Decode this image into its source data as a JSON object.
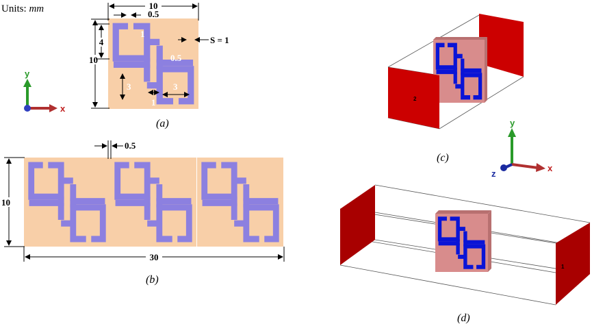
{
  "units": {
    "label": "Units: ",
    "value": "mm"
  },
  "panel_a": {
    "caption": "(a)",
    "width_label": "10",
    "gap_label": "0.5",
    "spacing_label": "S = 1",
    "ring_height_label": "4",
    "height_label": "10",
    "strip_width_label": "1",
    "inner_gap_label": "0.5",
    "left_ring_label": "3",
    "right_ring_label": "3",
    "bottom_strip_label": "1"
  },
  "panel_b": {
    "caption": "(b)",
    "gap_label": "0.5",
    "height_label": "10",
    "width_label": "30"
  },
  "panel_c": {
    "caption": "(c)",
    "port_label": "2"
  },
  "panel_d": {
    "caption": "(d)",
    "port_label": "1"
  },
  "axes": {
    "x": "x",
    "y": "y",
    "z": "z"
  },
  "colors": {
    "substrate": "#f8cfa8",
    "metal_2d": "#8c80e0",
    "metal_3d": "#0a14d6",
    "substrate_3d": "#d88c8c",
    "port": "#cc0000"
  }
}
